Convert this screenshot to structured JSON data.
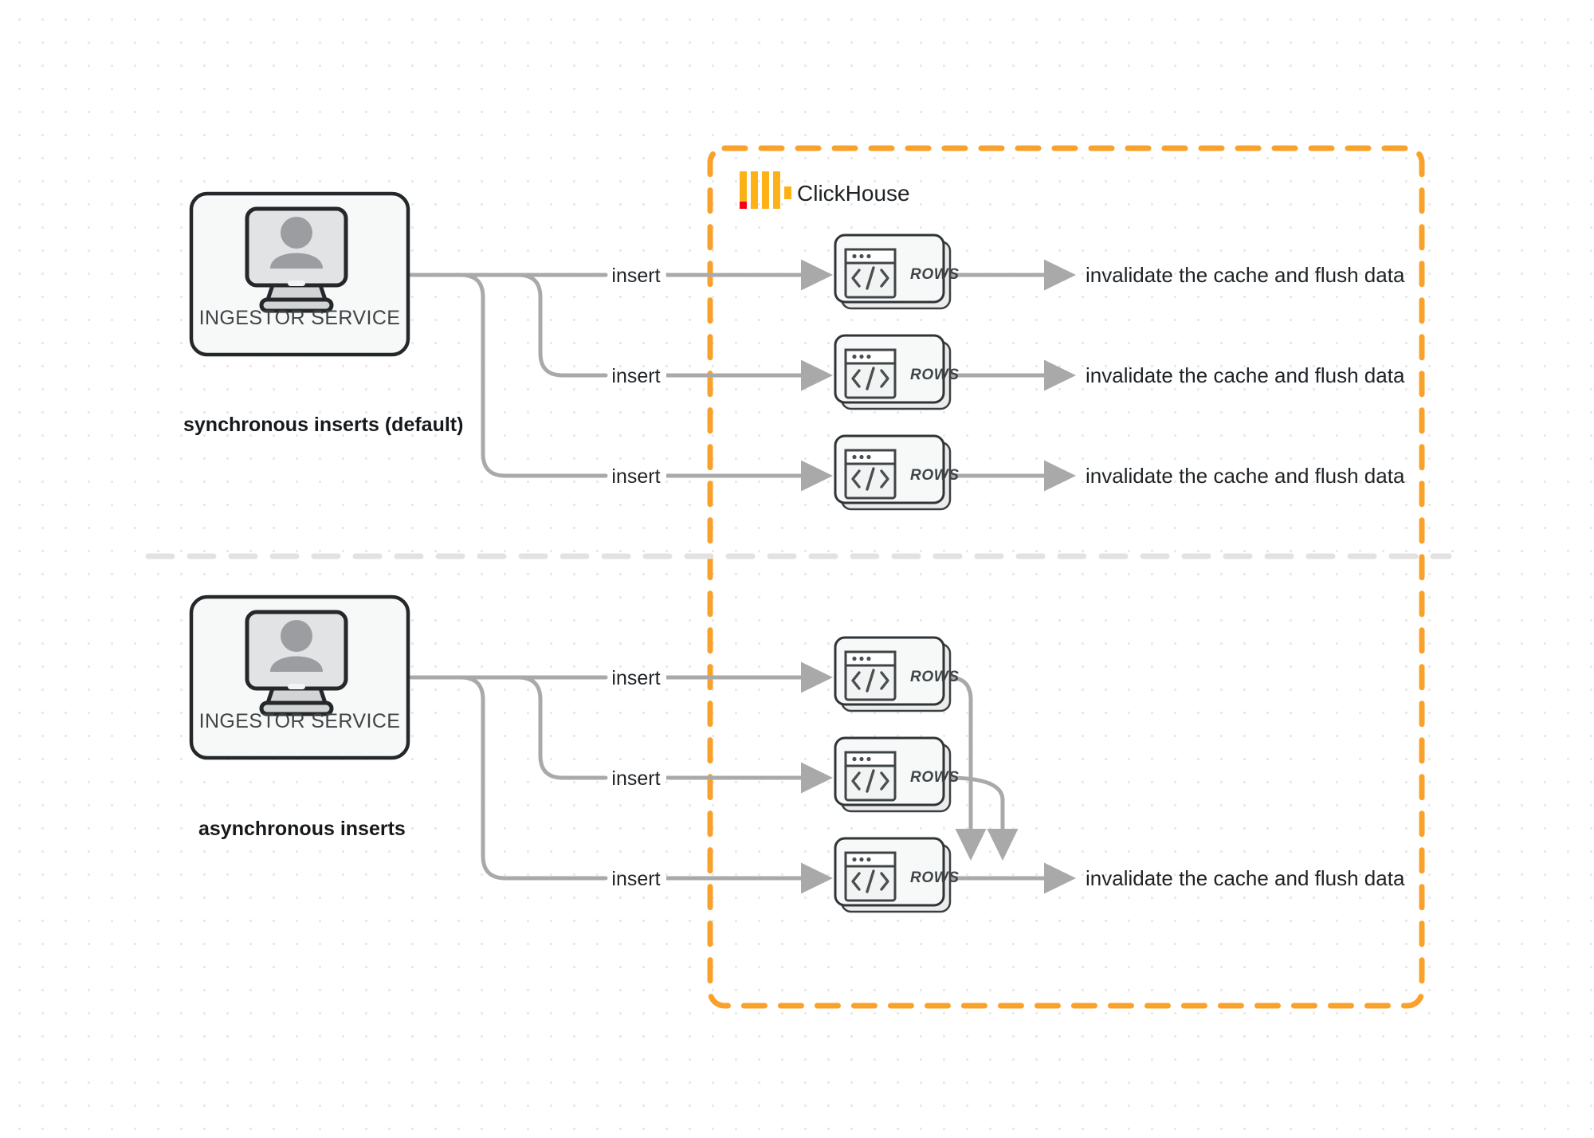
{
  "diagram": {
    "title": "ClickHouse synchronous vs asynchronous inserts",
    "brand": {
      "name": "ClickHouse",
      "logo_icon": "clickhouse-logo-icon",
      "boundary_color": "#F9A22B"
    },
    "colors": {
      "accent_orange": "#F9A22B",
      "logo_yellow": "#FCB216",
      "logo_red": "#F50015",
      "edge_gray": "#A9A9A9",
      "node_stroke": "#24282B",
      "node_fill": "#F7F8F8",
      "background": "#FFFFFF",
      "grid_dot": "#E9E7E7",
      "divider": "#E2E2E2"
    },
    "sections": [
      {
        "id": "synchronous",
        "label": "synchronous inserts (default)",
        "source": {
          "name": "INGESTOR SERVICE",
          "icon": "monitor-user-icon"
        },
        "edge_label": "insert",
        "targets": [
          {
            "label": "ROWS",
            "icon": "code-window-icon",
            "sink": "invalidate the cache and flush data"
          },
          {
            "label": "ROWS",
            "icon": "code-window-icon",
            "sink": "invalidate the cache and flush data"
          },
          {
            "label": "ROWS",
            "icon": "code-window-icon",
            "sink": "invalidate the cache and flush data"
          }
        ]
      },
      {
        "id": "asynchronous",
        "label": "asynchronous inserts",
        "source": {
          "name": "INGESTOR SERVICE",
          "icon": "monitor-user-icon"
        },
        "edge_label": "insert",
        "targets": [
          {
            "label": "ROWS",
            "icon": "code-window-icon"
          },
          {
            "label": "ROWS",
            "icon": "code-window-icon"
          },
          {
            "label": "ROWS",
            "icon": "code-window-icon"
          }
        ],
        "shared_sink": "invalidate the cache and flush data"
      }
    ]
  }
}
